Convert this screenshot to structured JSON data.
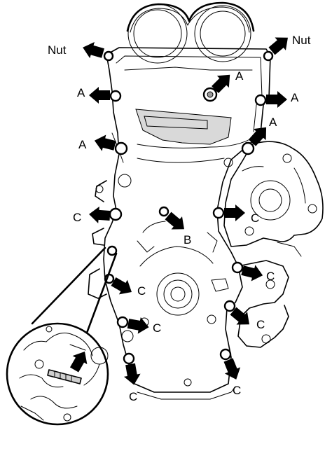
{
  "labels": {
    "nut_left": "Nut",
    "nut_right": "Nut",
    "a1": "A",
    "a2": "A",
    "a3": "A",
    "a4": "A",
    "a5": "A",
    "b": "B",
    "c1": "C",
    "c2": "C",
    "c3": "C",
    "c4": "C",
    "c5": "C",
    "c6": "C",
    "c7": "C",
    "c8": "C"
  }
}
